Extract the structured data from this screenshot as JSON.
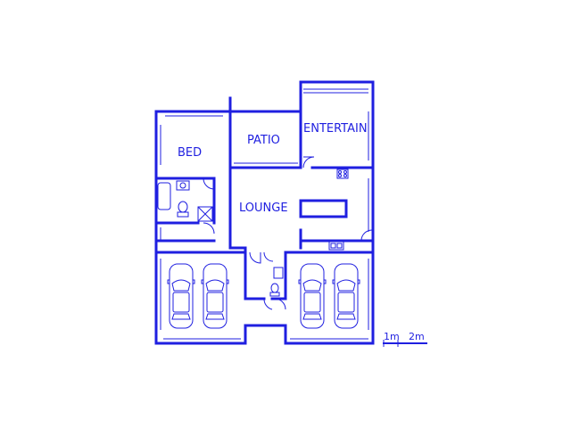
{
  "colors": {
    "ink": "#1f1fe0",
    "background": "#ffffff"
  },
  "rooms": {
    "bed": "BED",
    "patio": "PATIO",
    "entertain": "ENTERTAIN",
    "lounge": "LOUNGE"
  },
  "scale": {
    "label_1": "1m",
    "label_2": "2m"
  },
  "icons": [
    "car-icon",
    "toilet-icon",
    "basin-icon",
    "shower-icon",
    "bath-icon",
    "stove-icon",
    "sink-icon",
    "door-swing-icon"
  ]
}
